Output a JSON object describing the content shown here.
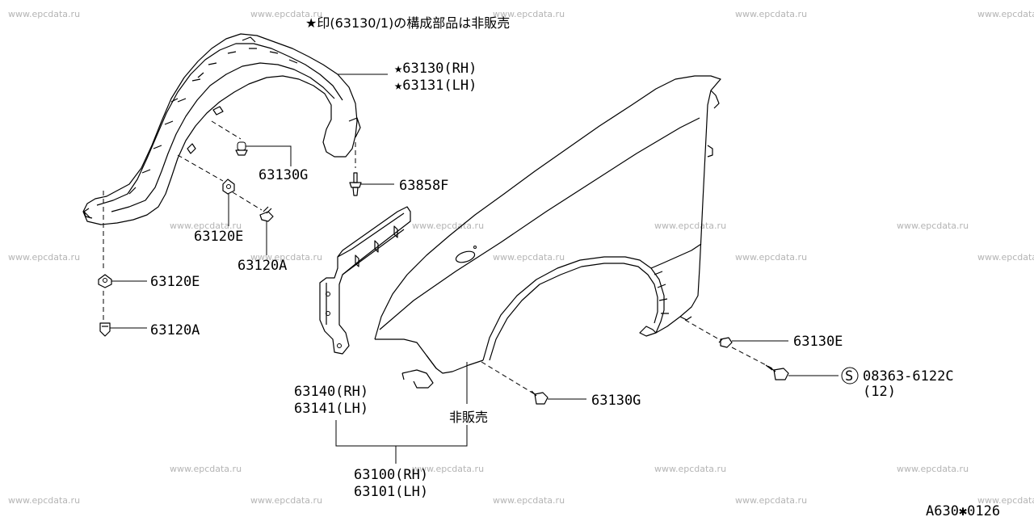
{
  "watermark": "www.epcdata.ru",
  "note": "★印(63130/1)の構成部品は非販売",
  "labels": {
    "p63130": "★63130(RH)",
    "p63131": "★63131(LH)",
    "p63130G_top": "63130G",
    "p63858F": "63858F",
    "p63120E_mid": "63120E",
    "p63120A_mid": "63120A",
    "p63120E_left": "63120E",
    "p63120A_left": "63120A",
    "p63140": "63140(RH)",
    "p63141": "63141(LH)",
    "not_sold": "非販売",
    "p63130G_bottom": "63130G",
    "p63130E": "63130E",
    "bolt_symbol": "S",
    "bolt": "08363-6122C",
    "bolt_qty": "(12)",
    "p63100": "63100(RH)",
    "p63101": "63101(LH)"
  },
  "diagram_code": "A630✱0126"
}
